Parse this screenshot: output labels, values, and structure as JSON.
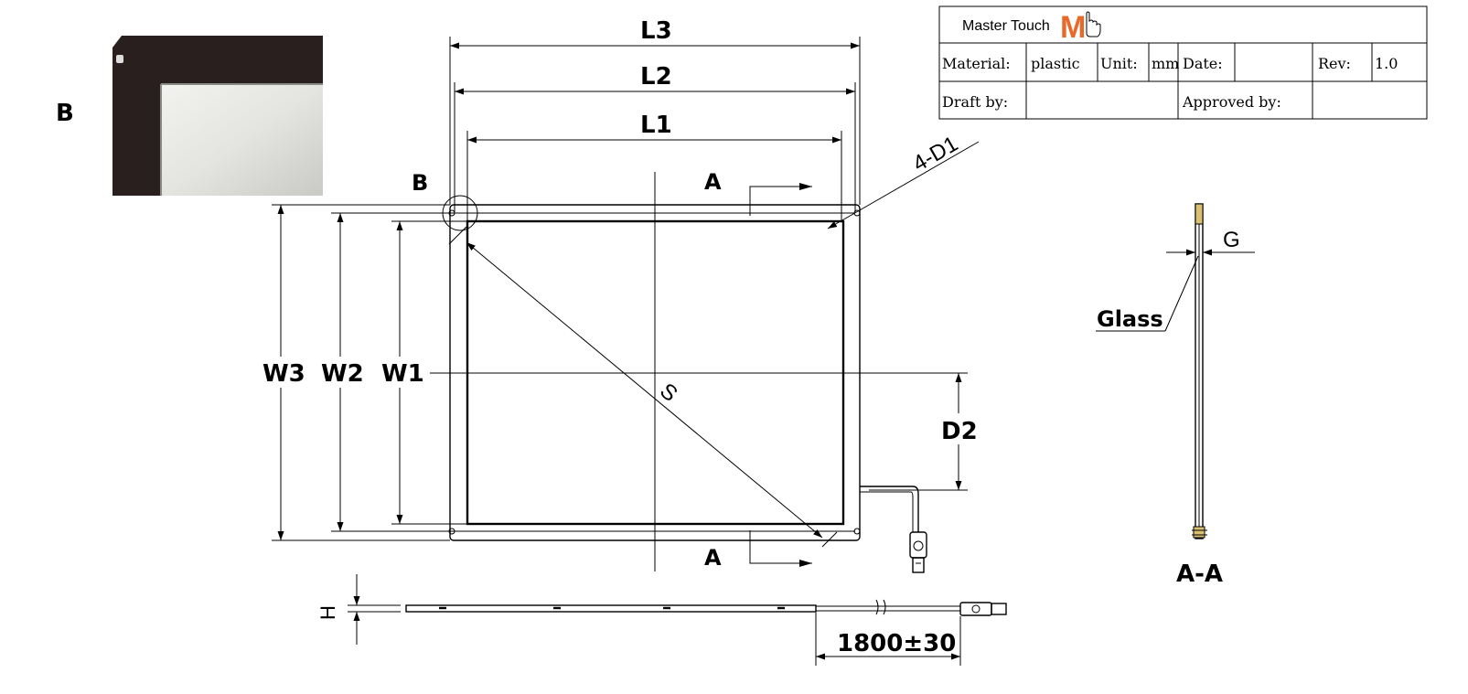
{
  "title_block": {
    "brand": "Master Touch",
    "logo_letter": "M",
    "material_label": "Material:",
    "material_value": "plastic",
    "unit_label": "Unit:",
    "unit_value": "mm",
    "date_label": "Date:",
    "date_value": "",
    "rev_label": "Rev:",
    "rev_value": "1.0",
    "draft_label": "Draft by:",
    "draft_value": "",
    "approved_label": "Approved by:",
    "approved_value": ""
  },
  "detail": {
    "label": "B"
  },
  "front_view": {
    "l1": "L1",
    "l2": "L2",
    "l3": "L3",
    "w1": "W1",
    "w2": "W2",
    "w3": "W3",
    "section_top": "A",
    "section_bottom": "A",
    "detail_marker": "B",
    "hole_callout": "4-D1",
    "diagonal": "S",
    "cable_offset": "D2"
  },
  "side_view": {
    "height": "H",
    "cable_length": "1800±30"
  },
  "section_view": {
    "title": "A-A",
    "gap": "G",
    "glass": "Glass"
  },
  "colors": {
    "logo": "#e8692a",
    "frame": "#2a1f1f",
    "glass": "#d8d8d4"
  }
}
